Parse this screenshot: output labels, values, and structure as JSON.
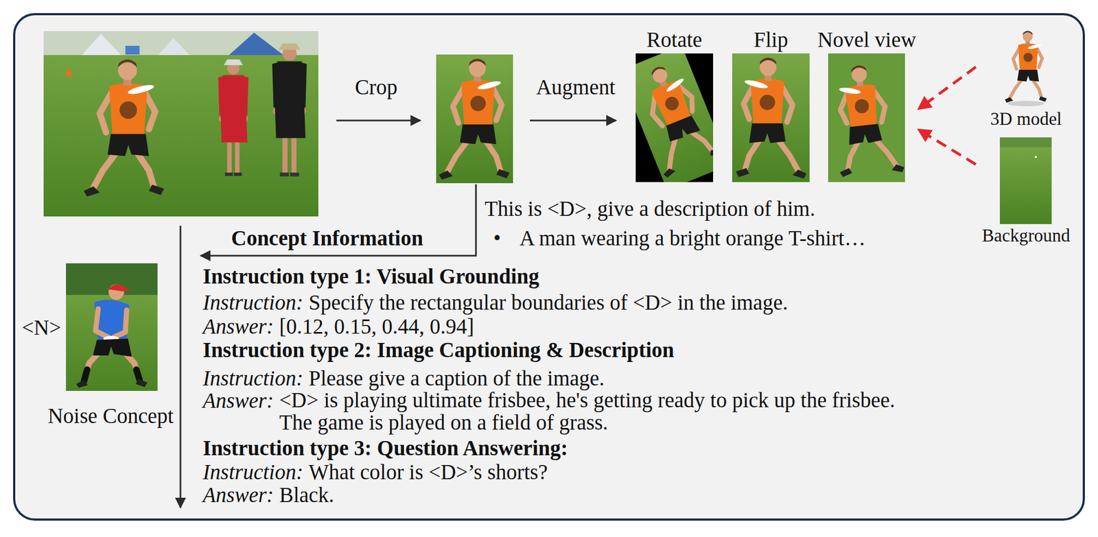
{
  "diagram": {
    "nodes": [
      {
        "text": [
          "Rotate"
        ]
      },
      {
        "text": [
          "Flip"
        ]
      },
      {
        "text": [
          "Novel view"
        ]
      },
      {
        "text": [
          "3D model"
        ]
      },
      {
        "text": [
          "Background"
        ]
      },
      {
        "text": [
          "<N>",
          "Noise Concept"
        ]
      }
    ],
    "edges": [
      {
        "from": 3,
        "to": 2,
        "arrow": "to"
      },
      {
        "from": 4,
        "to": 2,
        "arrow": "to"
      }
    ],
    "labels": [
      "Crop",
      "Augment",
      "This is <D>, give a description of him.",
      "•",
      "A man wearing a bright orange T-shirt…",
      "Concept Information",
      "Instruction type 1: Visual Grounding",
      "Instruction:",
      "Specify the rectangular boundaries of <D> in the image.",
      "Answer:",
      "[0.12, 0.15, 0.44, 0.94]",
      "Instruction type 2: Image Captioning & Description",
      "Instruction:",
      "Please give a caption of the image.",
      "Answer:",
      "<D> is playing ultimate frisbee, he's getting ready to pick up the frisbee. The game is played on a field of grass.",
      "Instruction type 3: Question Answering:",
      "Instruction:",
      "What color is <D>’s shorts?",
      "Answer:",
      "Black."
    ]
  }
}
